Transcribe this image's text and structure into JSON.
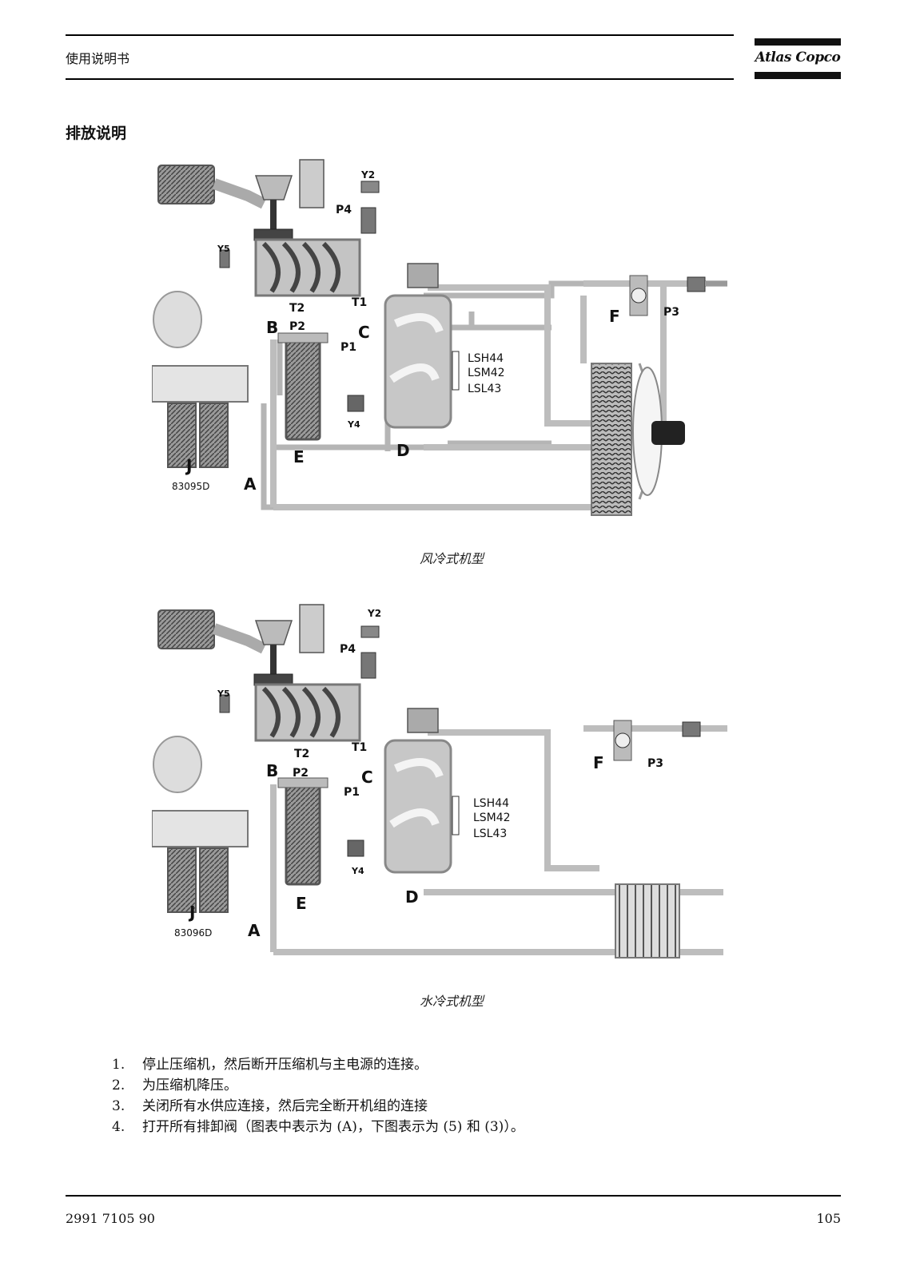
{
  "header": {
    "manual_title": "使用说明书",
    "brand": "Atlas Copco"
  },
  "section_title": "排放说明",
  "diagram1": {
    "labels": {
      "Y2": "Y2",
      "P4": "P4",
      "Y5": "Y5",
      "T2": "T2",
      "T1": "T1",
      "B": "B",
      "P2": "P2",
      "C": "C",
      "P1": "P1",
      "LSH44": "LSH44",
      "LSM42": "LSM42",
      "LSL43": "LSL43",
      "Y4": "Y4",
      "D": "D",
      "E": "E",
      "J": "J",
      "A": "A",
      "F": "F",
      "P3": "P3"
    },
    "code": "83095D",
    "caption": "风冷式机型"
  },
  "diagram2": {
    "labels": {
      "Y2": "Y2",
      "P4": "P4",
      "Y5": "Y5",
      "T2": "T2",
      "T1": "T1",
      "B": "B",
      "P2": "P2",
      "C": "C",
      "P1": "P1",
      "LSH44": "LSH44",
      "LSM42": "LSM42",
      "LSL43": "LSL43",
      "Y4": "Y4",
      "D": "D",
      "E": "E",
      "J": "J",
      "A": "A",
      "F": "F",
      "P3": "P3"
    },
    "code": "83096D",
    "caption": "水冷式机型"
  },
  "steps": [
    {
      "num": "1.",
      "text": "停止压缩机，然后断开压缩机与主电源的连接。"
    },
    {
      "num": "2.",
      "text": "为压缩机降压。"
    },
    {
      "num": "3.",
      "text": "关闭所有水供应连接，然后完全断开机组的连接"
    },
    {
      "num": "4.",
      "text": "打开所有排卸阀（图表中表示为 (A)，下图表示为 (5) 和 (3)）。"
    }
  ],
  "footer": {
    "doc_number": "2991 7105 90",
    "page_number": "105"
  }
}
